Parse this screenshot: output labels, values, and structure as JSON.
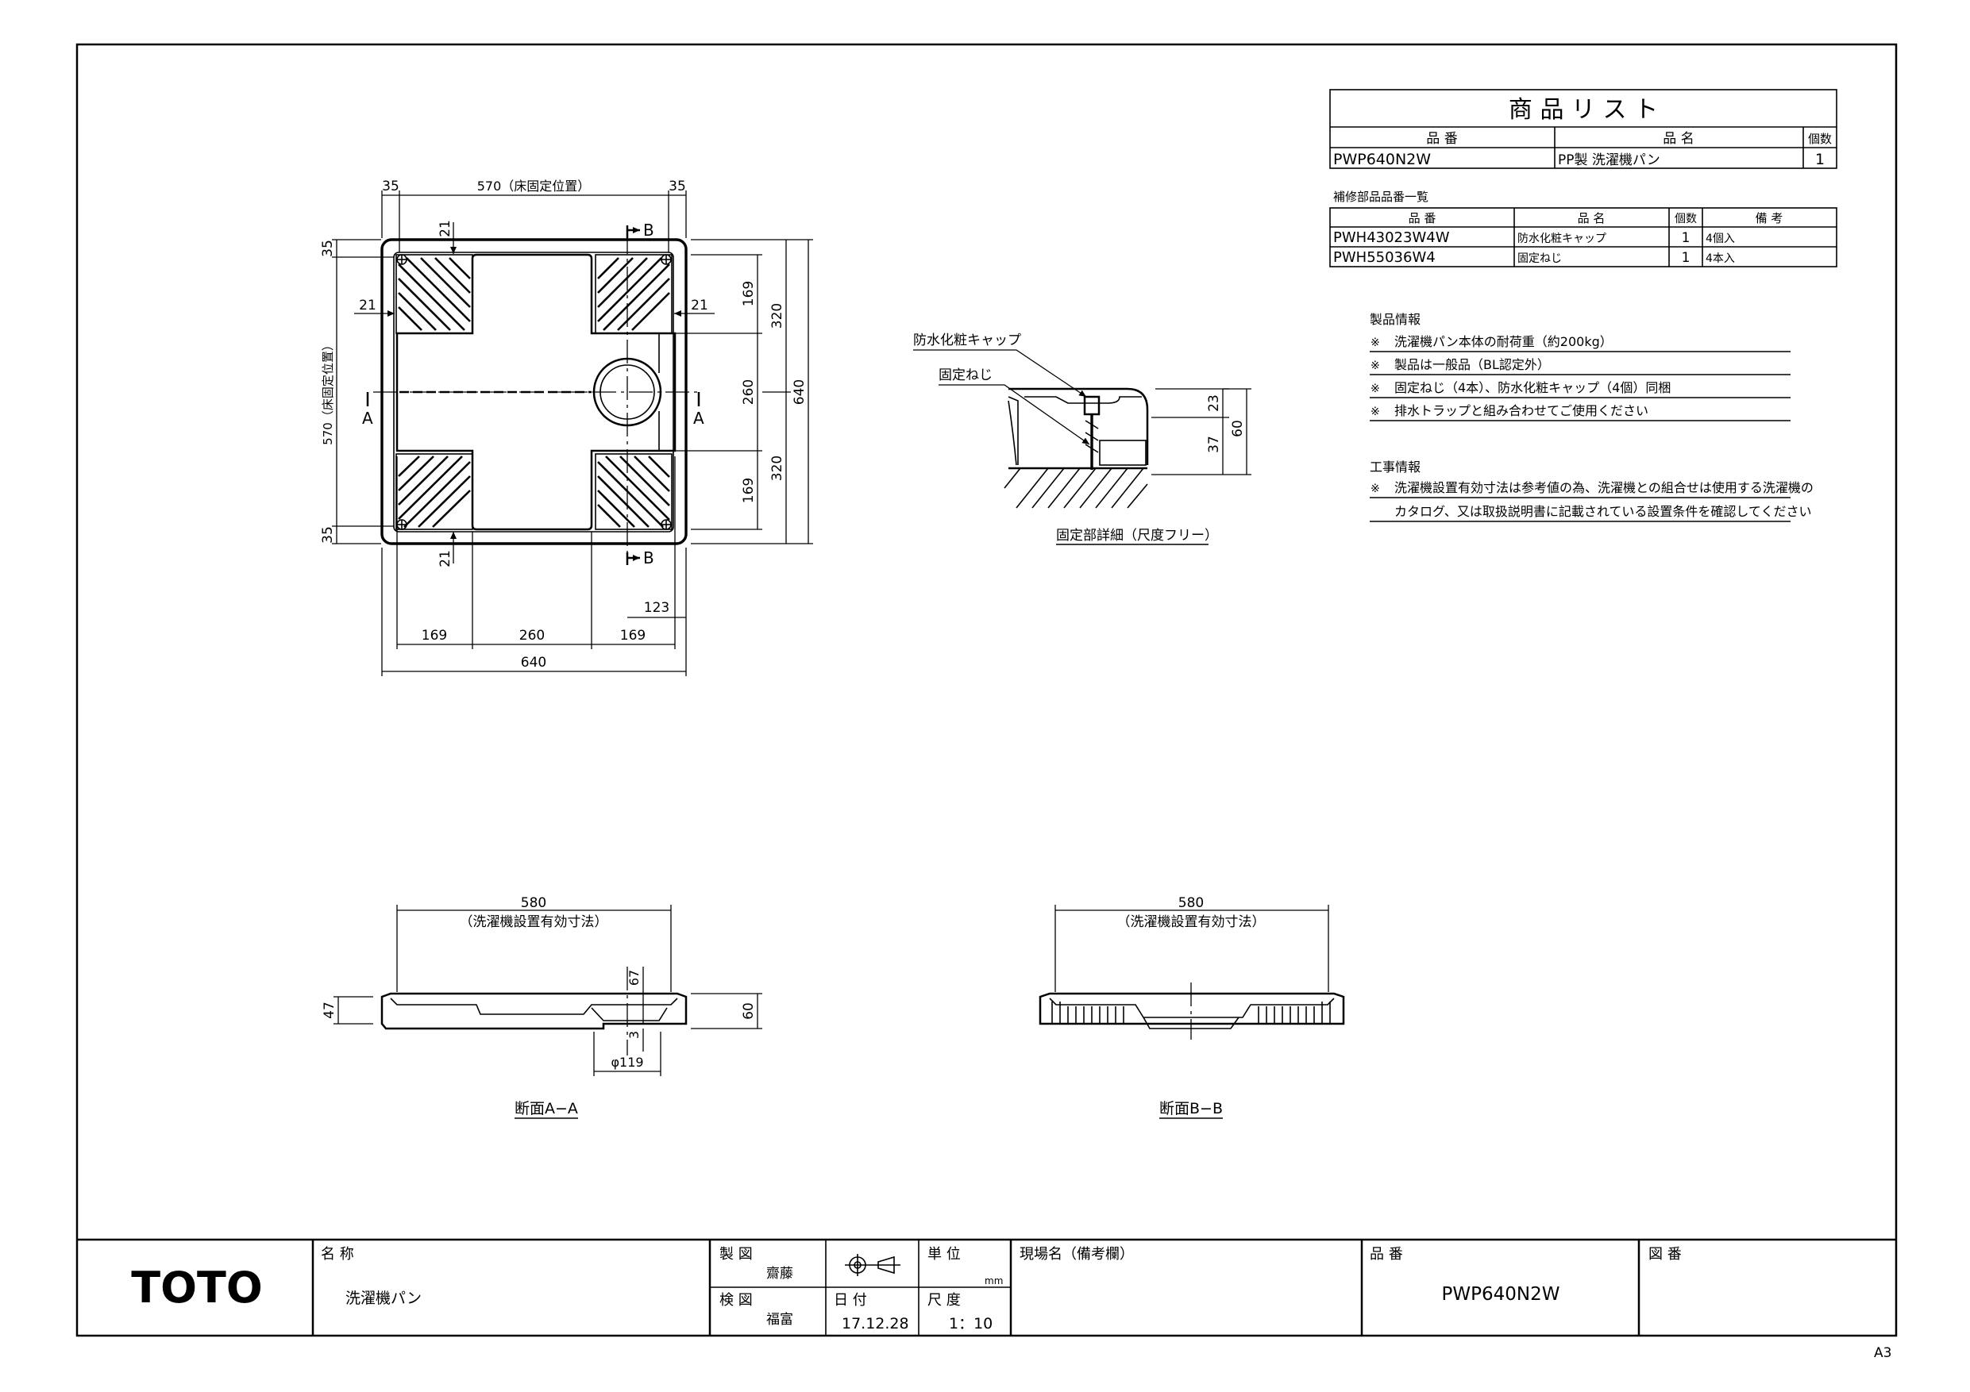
{
  "product_list": {
    "title": "商 品 リ ス ト",
    "headers": [
      "品 番",
      "品 名",
      "個数"
    ],
    "rows": [
      [
        "PWP640N2W",
        "PP製 洗濯機パン",
        "1"
      ]
    ]
  },
  "parts_list": {
    "title": "補修部品品番一覧",
    "headers": [
      "品 番",
      "品 名",
      "個数",
      "備 考"
    ],
    "rows": [
      [
        "PWH43023W4W",
        "防水化粧キャップ",
        "1",
        "4個入"
      ],
      [
        "PWH55036W4",
        "固定ねじ",
        "1",
        "4本入"
      ]
    ]
  },
  "product_info": {
    "title": "製品情報",
    "items": [
      "洗濯機パン本体の耐荷重（約200kg）",
      "製品は一般品（BL認定外）",
      "固定ねじ（4本）、防水化粧キャップ（4個）同梱",
      "排水トラップと組み合わせてご使用ください"
    ]
  },
  "construction_info": {
    "title": "工事情報",
    "lines": [
      "洗濯機設置有効寸法は参考値の為、洗濯機との組合せは使用する洗濯機の",
      "カタログ、又は取扱説明書に記載されている設置条件を確認してください"
    ]
  },
  "top_view": {
    "dims_top": [
      "35",
      "570（床固定位置）",
      "35"
    ],
    "dims_left": [
      "35",
      "570（床固定位置）",
      "35"
    ],
    "dims_right_inner": [
      "169",
      "260",
      "169"
    ],
    "dims_right_outer": [
      "320",
      "320"
    ],
    "dim_overall_right": "640",
    "dims_bottom": [
      "169",
      "260",
      "169"
    ],
    "dim_overall_bottom": "640",
    "dim_trap": "123",
    "dim_rim": "21",
    "section_a": "A",
    "section_b": "B"
  },
  "detail": {
    "label_cap": "防水化粧キャップ",
    "label_screw": "固定ねじ",
    "dims": [
      "23",
      "37",
      "60"
    ],
    "caption": "固定部詳細（尺度フリー）"
  },
  "section_aa": {
    "effective": "580",
    "effective_note": "（洗濯機設置有効寸法）",
    "dims": [
      "47",
      "60",
      "67",
      "3",
      "φ119"
    ],
    "caption": "断面A−A"
  },
  "section_bb": {
    "effective": "580",
    "effective_note": "（洗濯機設置有効寸法）",
    "caption": "断面B−B"
  },
  "title_block": {
    "logo": "TOTO",
    "name_label": "名 称",
    "name_value": "洗濯機パン",
    "drawn_label": "製 図",
    "drawn_by": "齋藤",
    "checked_label": "検 図",
    "checked_by": "福富",
    "unit_label": "単 位",
    "unit_value": "mm",
    "date_label": "日 付",
    "date_value": "17.12.28",
    "scale_label": "尺 度",
    "scale_value": "1：10",
    "site_label": "現場名（備考欄）",
    "part_label": "品 番",
    "part_value": "PWP640N2W",
    "drawing_no_label": "図 番"
  },
  "sheet_size": "A3"
}
